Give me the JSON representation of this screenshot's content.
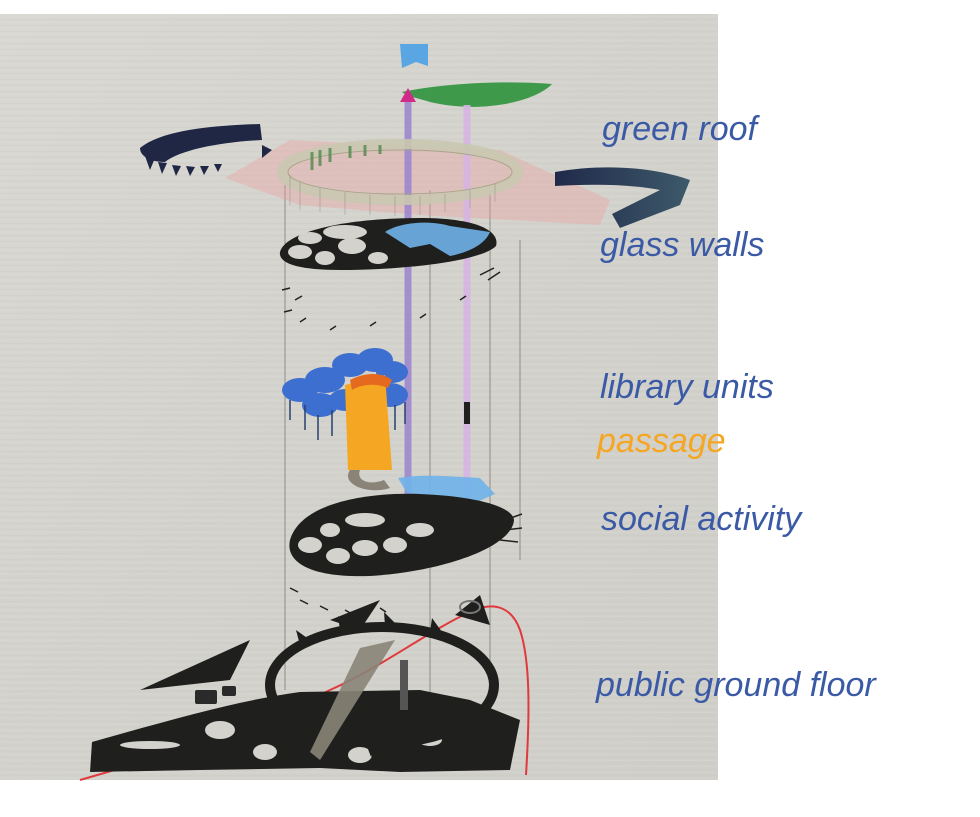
{
  "colors": {
    "label_blue": "#3b5aa6",
    "label_orange": "#f5a623",
    "paper": "#d7d6d1",
    "dark": "#1f201d",
    "navy": "#253050",
    "glass_blue": "#6fb2ea",
    "library_blue": "#3d6fd0",
    "green": "#3e9a4a",
    "site_red": "#e0393d",
    "sky_blue": "#5aa6e2"
  },
  "labels": {
    "green_roof": "green roof",
    "glass_walls": "glass walls",
    "library_units": "library units",
    "passage": "passage",
    "social_activity": "social activity",
    "public_ground_floor": "public ground floor"
  }
}
